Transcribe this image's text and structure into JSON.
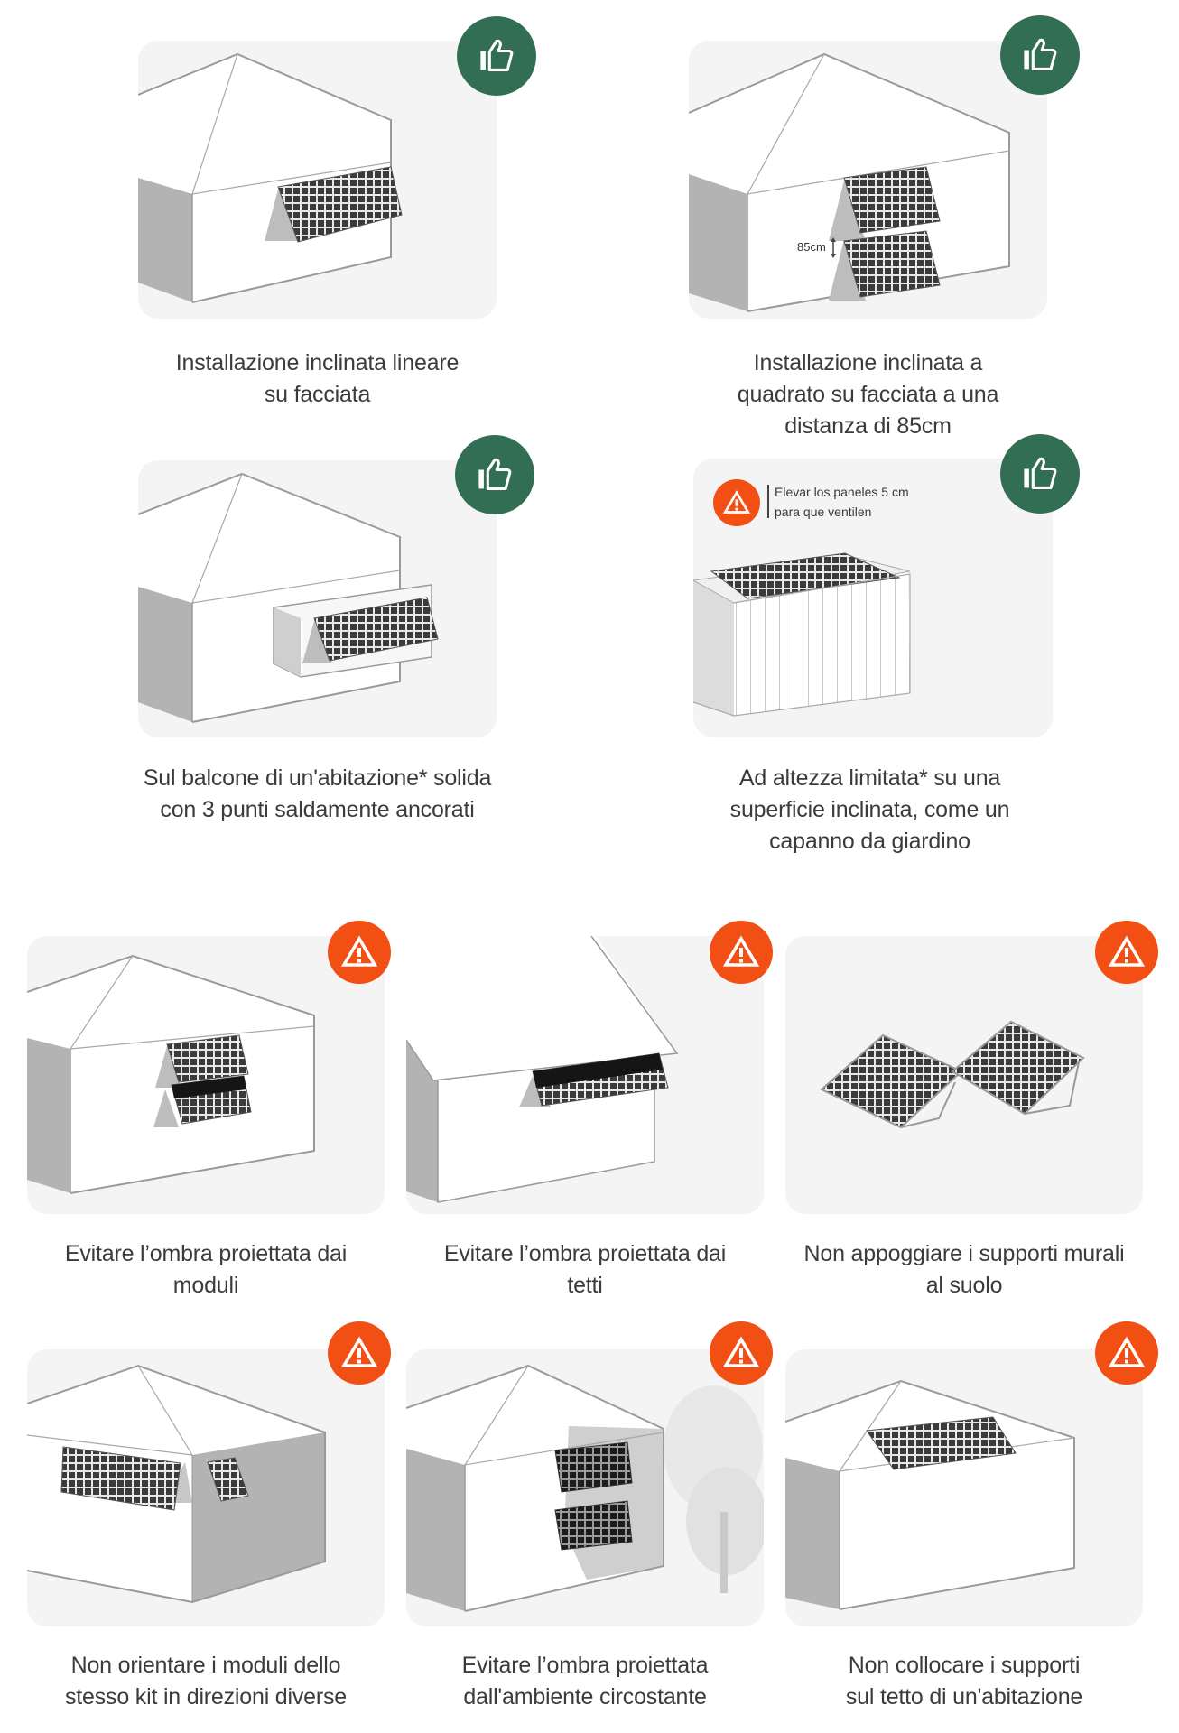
{
  "colors": {
    "recommended": "#326e53",
    "warning": "#f24f15",
    "card_background": "#f4f4f4",
    "caption_text": "#3b3b3b"
  },
  "recommended": {
    "items": [
      {
        "caption_lines": [
          "Installazione inclinata lineare",
          "su facciata"
        ],
        "badge_icon": "thumbs-up-icon"
      },
      {
        "caption_lines": [
          "Installazione inclinata a",
          "quadrato su facciata a una",
          "distanza di 85cm"
        ],
        "badge_icon": "thumbs-up-icon",
        "measure_label": "85cm"
      },
      {
        "caption_lines": [
          "Sul balcone di un'abitazione* solida",
          "con 3 punti saldamente ancorati"
        ],
        "badge_icon": "thumbs-up-icon"
      },
      {
        "caption_lines": [
          "Ad altezza limitata* su una",
          "superficie inclinata, come un",
          "capanno da giardino"
        ],
        "badge_icon": "thumbs-up-icon",
        "note_icon": "warning-icon",
        "note_lines": [
          "Elevar los paneles 5 cm",
          "para que ventilen"
        ]
      }
    ]
  },
  "warnings": {
    "items": [
      {
        "caption_lines": [
          "Evitare l’ombra proiettata dai",
          "moduli"
        ],
        "badge_icon": "warning-icon"
      },
      {
        "caption_lines": [
          "Evitare l’ombra proiettata dai",
          "tetti"
        ],
        "badge_icon": "warning-icon"
      },
      {
        "caption_lines": [
          "Non appoggiare i supporti murali",
          "al suolo"
        ],
        "badge_icon": "warning-icon"
      },
      {
        "caption_lines": [
          "Non orientare i moduli dello",
          "stesso kit in direzioni diverse"
        ],
        "badge_icon": "warning-icon"
      },
      {
        "caption_lines": [
          "Evitare l’ombra proiettata",
          "dall'ambiente circostante"
        ],
        "badge_icon": "warning-icon"
      },
      {
        "caption_lines": [
          "Non collocare i supporti",
          "sul tetto di un'abitazione"
        ],
        "badge_icon": "warning-icon"
      }
    ]
  }
}
